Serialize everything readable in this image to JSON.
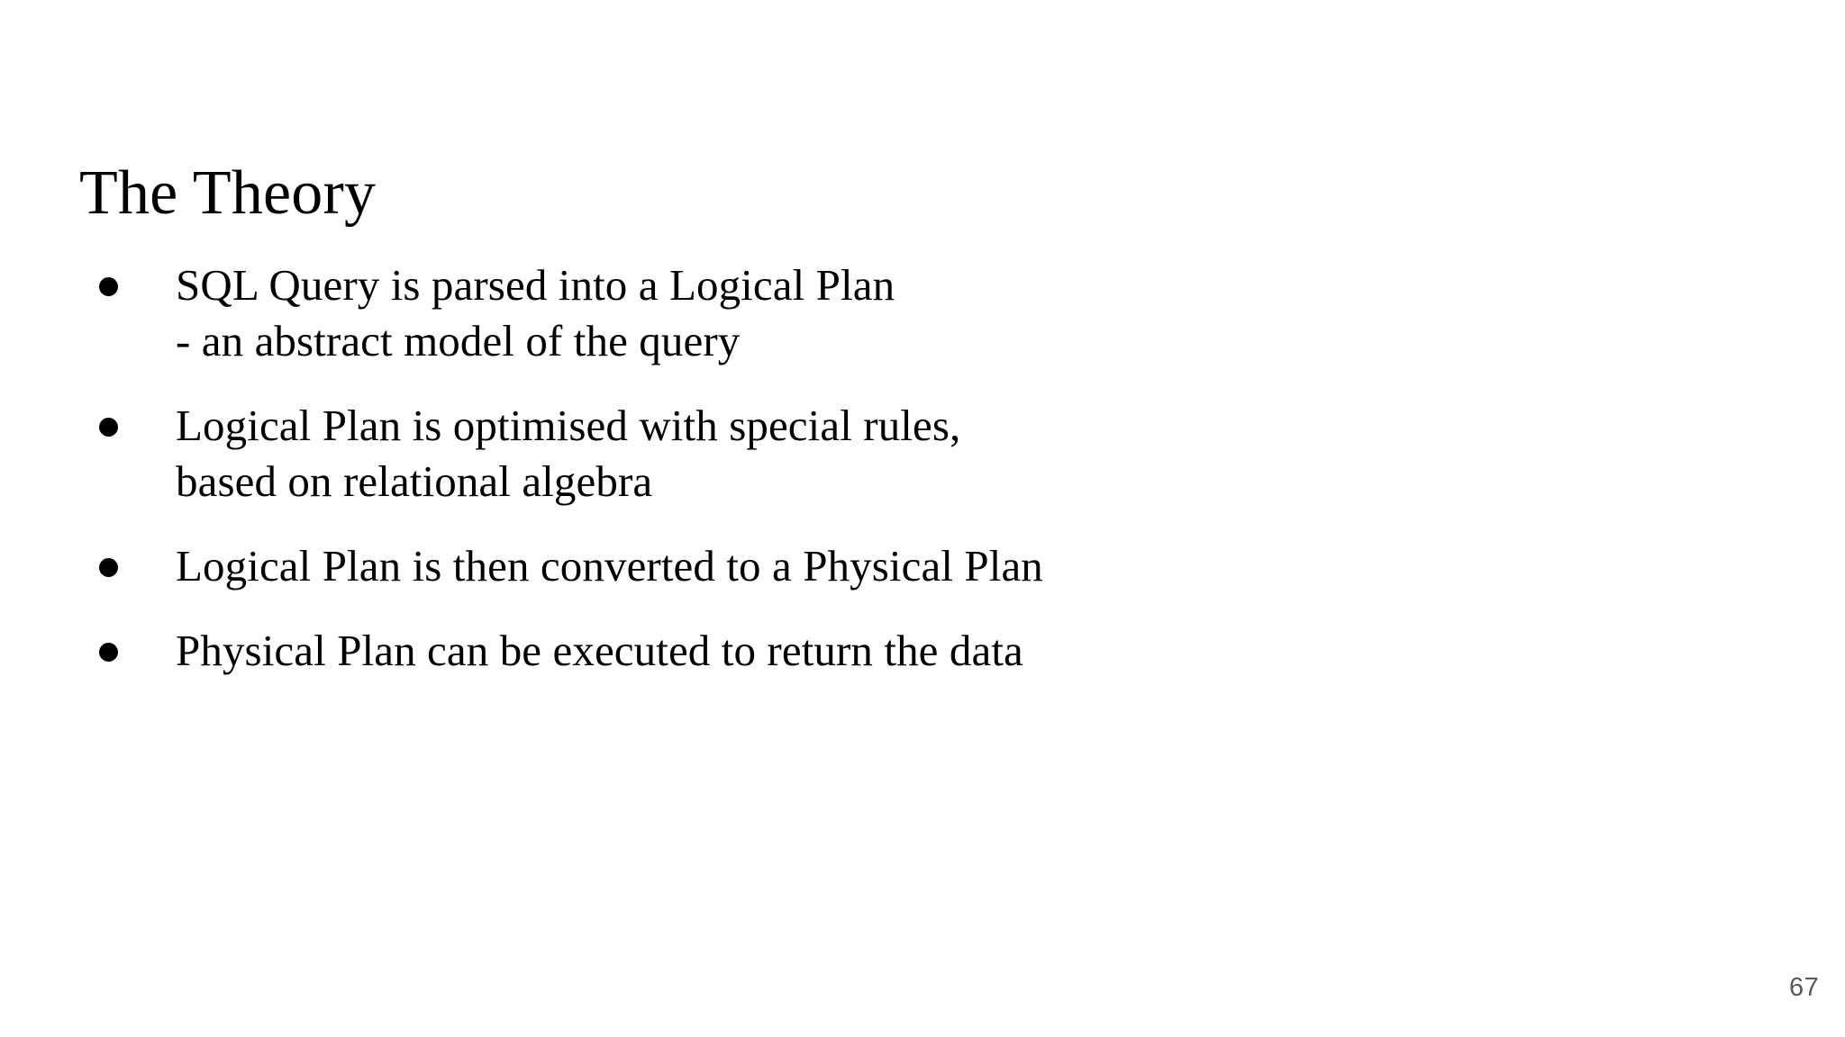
{
  "slide": {
    "title": "The Theory",
    "background_color": "#ffffff",
    "text_color": "#000000",
    "page_number": "67",
    "page_number_color": "#595959",
    "bullet_marker": "•",
    "bullets": [
      {
        "marker": "•",
        "lines": [
          "SQL Query is parsed into a Logical Plan",
          "- an abstract model of the query"
        ]
      },
      {
        "marker": "•",
        "lines": [
          "Logical Plan is optimised with special rules,",
          "based on relational algebra"
        ]
      },
      {
        "marker": "•",
        "lines": [
          "Logical Plan is then converted to a Physical Plan"
        ]
      },
      {
        "marker": "•",
        "lines": [
          "Physical Plan can be executed to return the data"
        ]
      }
    ]
  }
}
